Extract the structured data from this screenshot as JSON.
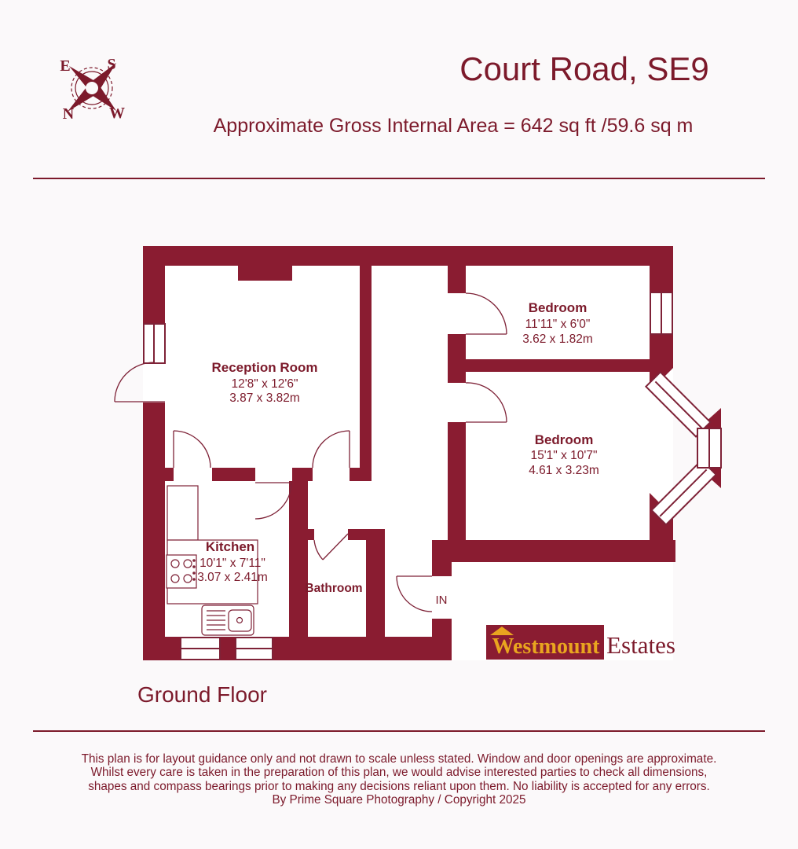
{
  "header": {
    "title": "Court Road, SE9",
    "subtitle": "Approximate Gross Internal Area = 642 sq ft /59.6 sq m"
  },
  "compass": {
    "e": "E",
    "s": "S",
    "n": "N",
    "w": "W"
  },
  "rooms": {
    "reception": {
      "name": "Reception Room",
      "imperial": "12'8\" x 12'6\"",
      "metric": "3.87 x 3.82m"
    },
    "bedroom1": {
      "name": "Bedroom",
      "imperial": "11'11\" x 6'0\"",
      "metric": "3.62 x 1.82m"
    },
    "bedroom2": {
      "name": "Bedroom",
      "imperial": "15'1\" x 10'7\"",
      "metric": "4.61 x 3.23m"
    },
    "kitchen": {
      "name": "Kitchen",
      "imperial": "10'1\" x 7'11\"",
      "metric": "3.07 x 2.41m"
    },
    "bathroom": {
      "name": "Bathroom"
    },
    "entrance": {
      "label": "IN"
    }
  },
  "floor_label": "Ground Floor",
  "logo": {
    "brand": "Westmount",
    "suffix": "Estates"
  },
  "disclaimer": {
    "line1": "This plan is for layout guidance only and not drawn to scale unless stated. Window and door openings are approximate.",
    "line2": "Whilst every care is taken in the preparation of this plan, we would advise interested parties to check all dimensions,",
    "line3": "shapes and compass bearings prior to making any decisions reliant upon them. No liability is accepted for any errors.",
    "line4": "By Prime Square Photography / Copyright 2025"
  },
  "colors": {
    "wall": "#8A1C31",
    "text": "#7C1A2B",
    "gold": "#E9A51F",
    "background": "#FBF9FA"
  }
}
